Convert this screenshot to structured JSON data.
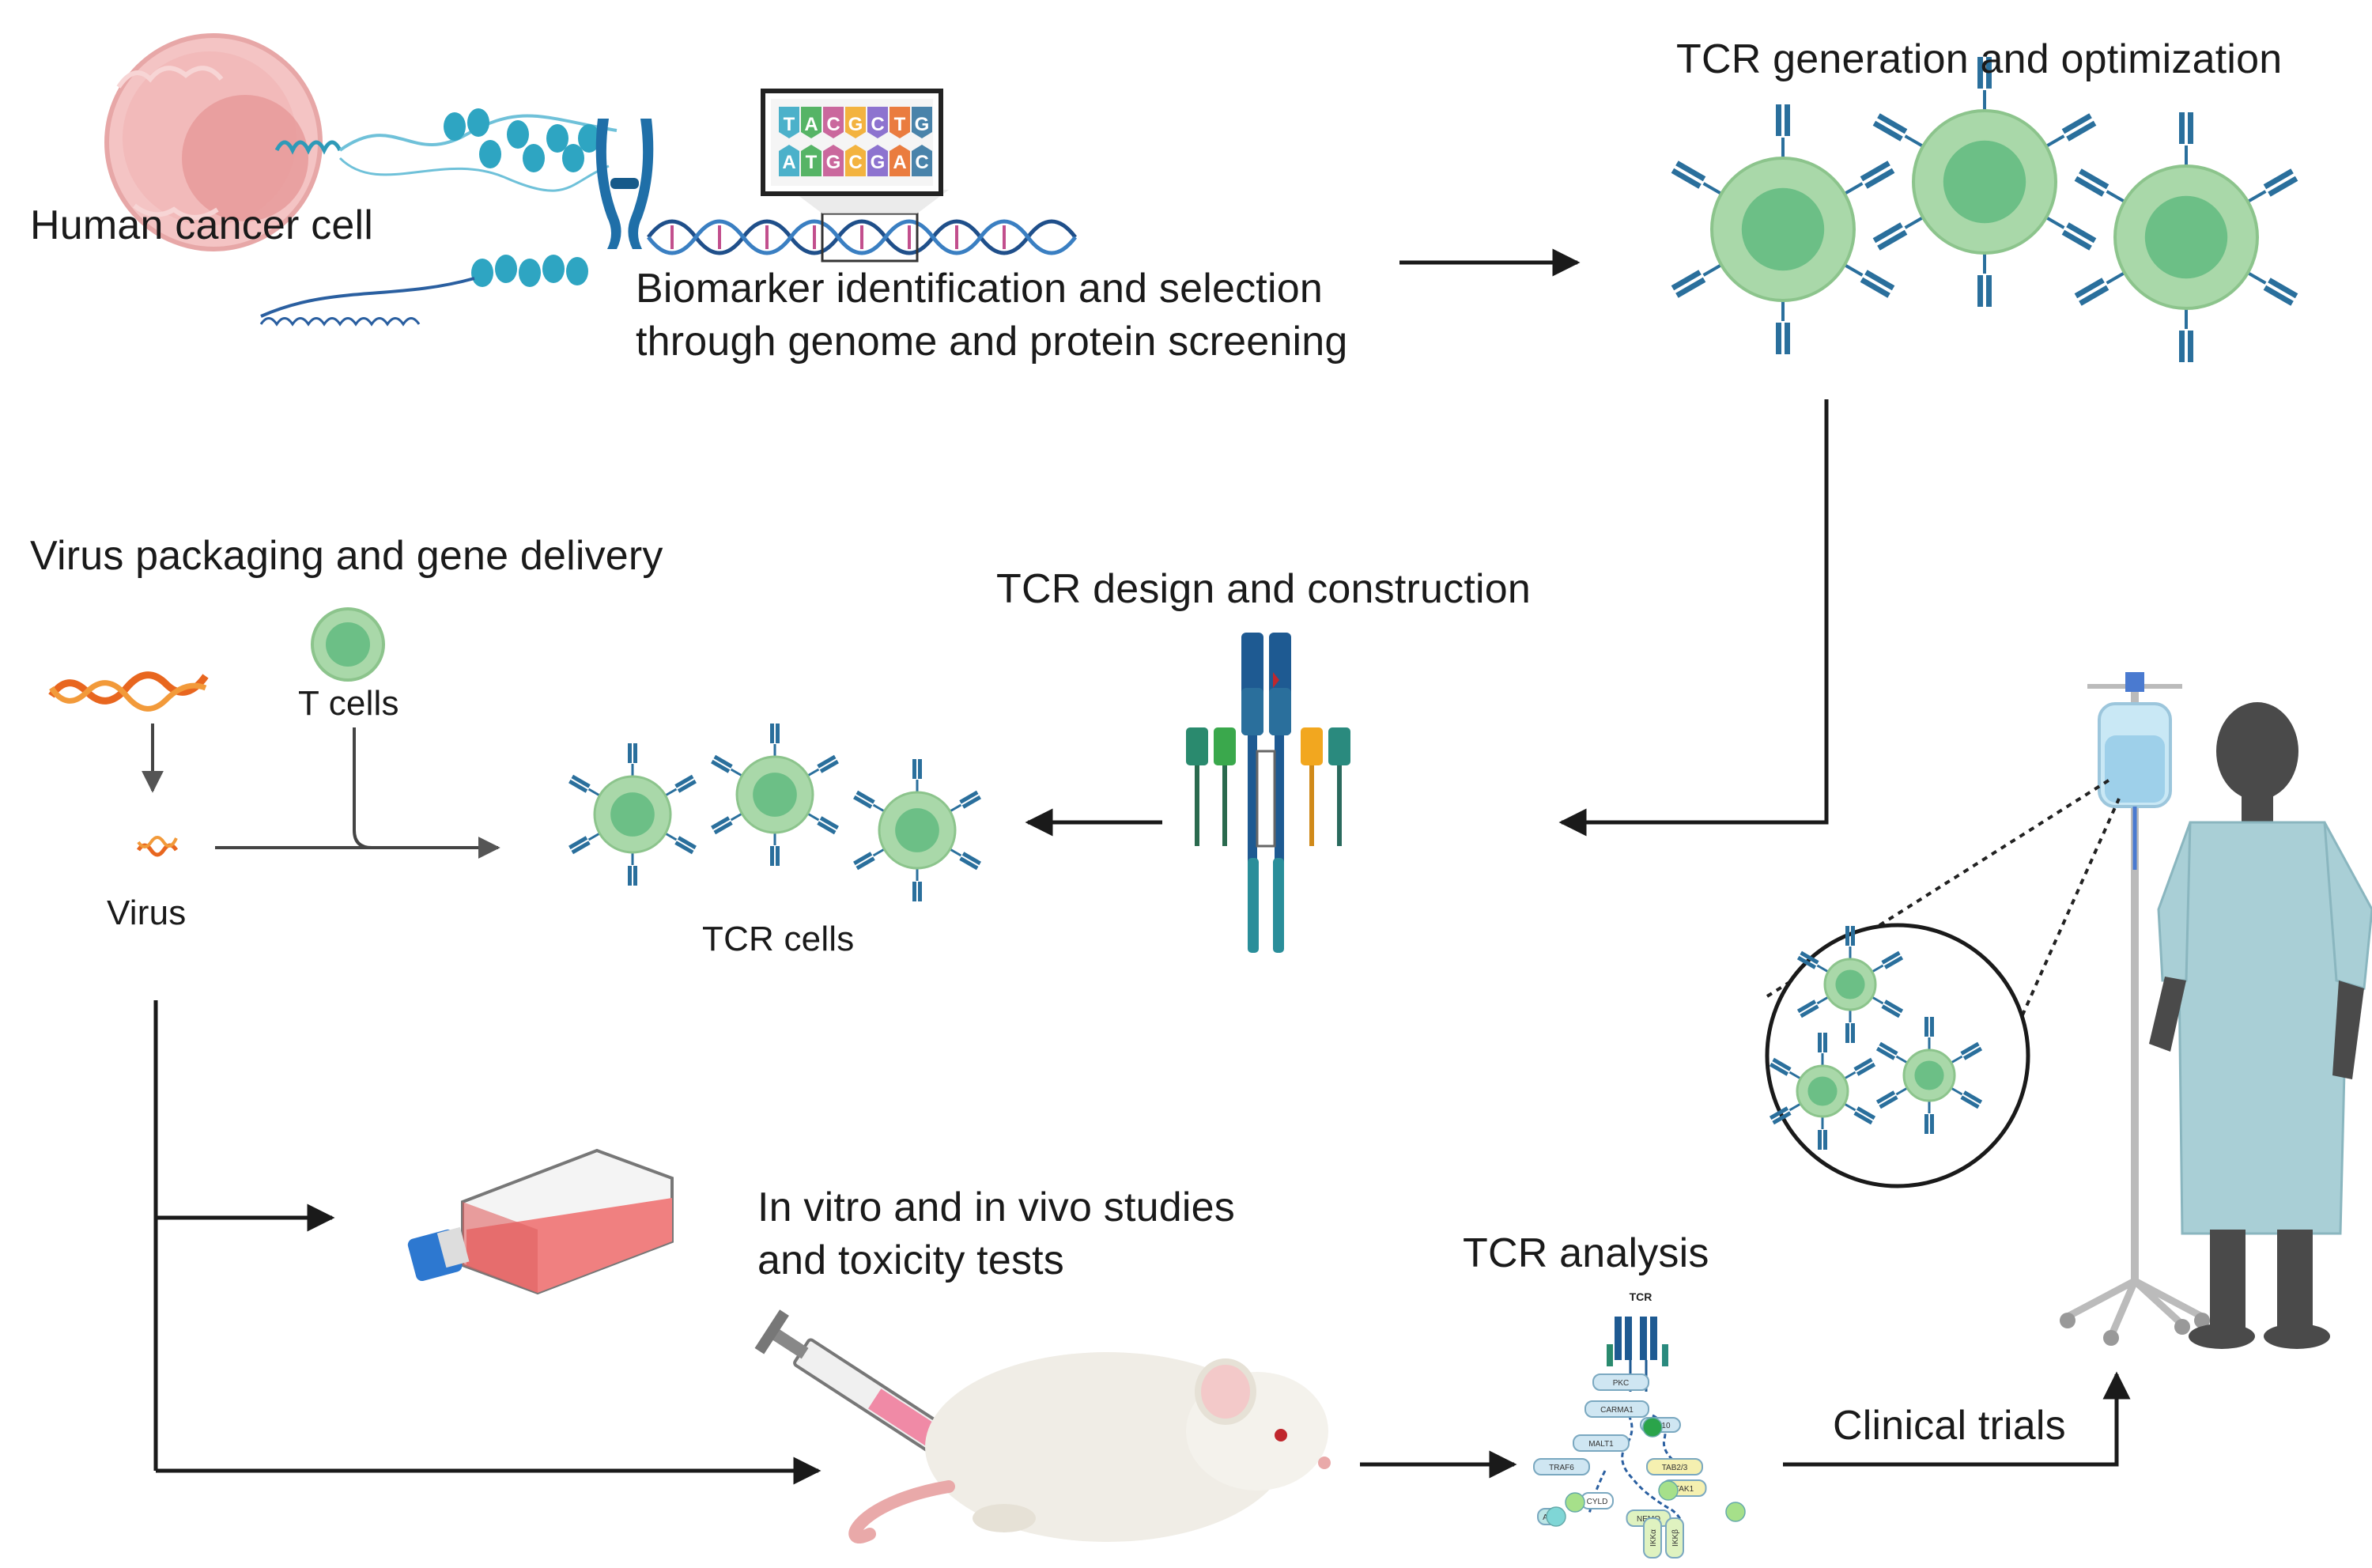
{
  "labels": {
    "human_cancer_cell": "Human cancer cell",
    "biomarker_line1": "Biomarker identification and selection",
    "biomarker_line2": "through genome and protein screening",
    "tcr_generation": "TCR generation and optimization",
    "virus_packaging": "Virus packaging and gene delivery",
    "t_cells": "T cells",
    "virus": "Virus",
    "tcr_cells": "TCR cells",
    "tcr_design": "TCR design and construction",
    "in_vitro_line1": "In vitro and in vivo studies",
    "in_vitro_line2": "and toxicity tests",
    "tcr_analysis": "TCR analysis",
    "clinical_trials": "Clinical trials"
  },
  "dna_bases": {
    "top": [
      "T",
      "A",
      "C",
      "G",
      "C",
      "T",
      "G"
    ],
    "bottom": [
      "A",
      "T",
      "G",
      "C",
      "G",
      "A",
      "C"
    ]
  },
  "pathway": {
    "title": "TCR",
    "nodes": [
      "PKC",
      "CARMA1",
      "Bcl10",
      "MALT1",
      "TRAF6",
      "TAB2/3",
      "TAK1",
      "NEMO",
      "A20",
      "CYLD",
      "IKKα",
      "IKKβ"
    ]
  },
  "colors": {
    "cell_outer": "#a9d8a9",
    "cell_inner": "#6cbf86",
    "receptor": "#2a6f9c",
    "arrow": "#1a1a1a",
    "cancer_cell": "#f1b7b7",
    "virus_dna": "#e8661f",
    "gown": "#a9cfd6",
    "patient": "#4a4a4a"
  }
}
